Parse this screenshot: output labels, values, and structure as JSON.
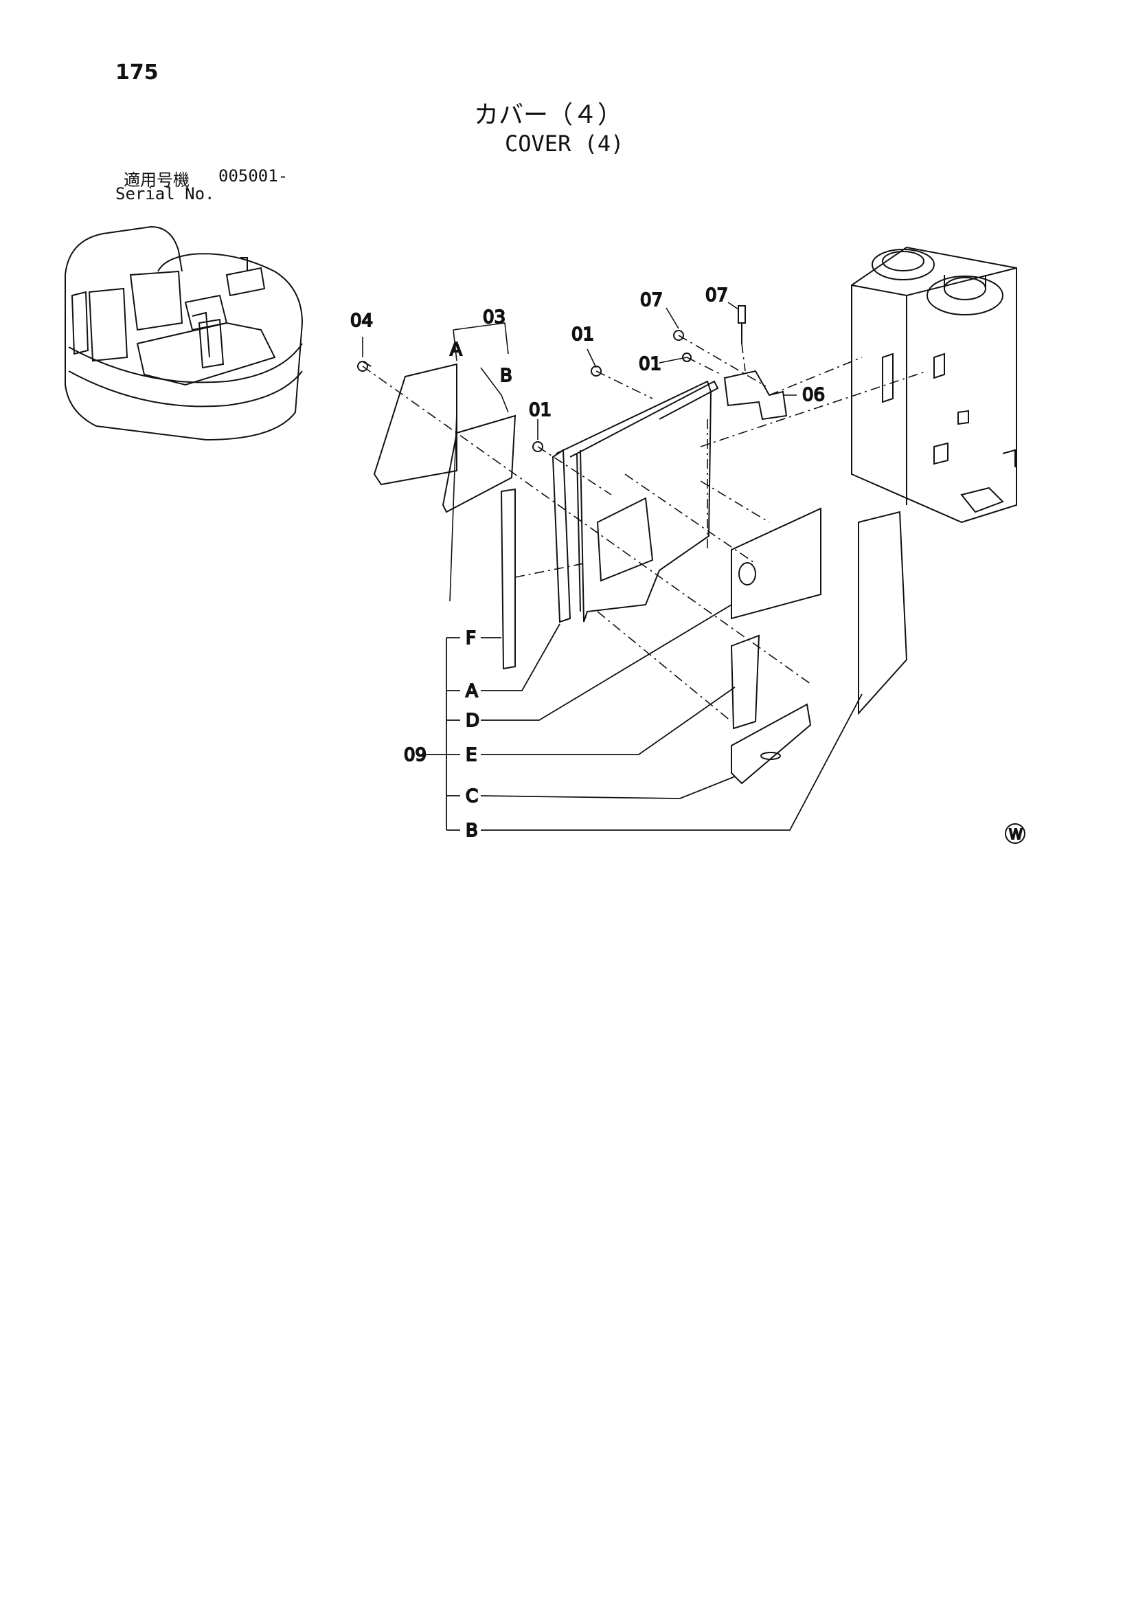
{
  "page_number": "175",
  "title_ja": "カバー（４）",
  "title_en": "COVER (4)",
  "serial": {
    "label_ja": "適用号機",
    "value": "005001-",
    "label_en": "Serial No."
  },
  "callouts": {
    "p04": "04",
    "p03": "03",
    "p03a": "A",
    "p03b": "B",
    "p01_top": "01",
    "p01_mid": "01",
    "p01_left": "01",
    "p07_left": "07",
    "p07_right": "07",
    "p06": "06"
  },
  "assembly": {
    "number": "09",
    "items": [
      "F",
      "A",
      "D",
      "E",
      "C",
      "B"
    ]
  },
  "mark": "W"
}
